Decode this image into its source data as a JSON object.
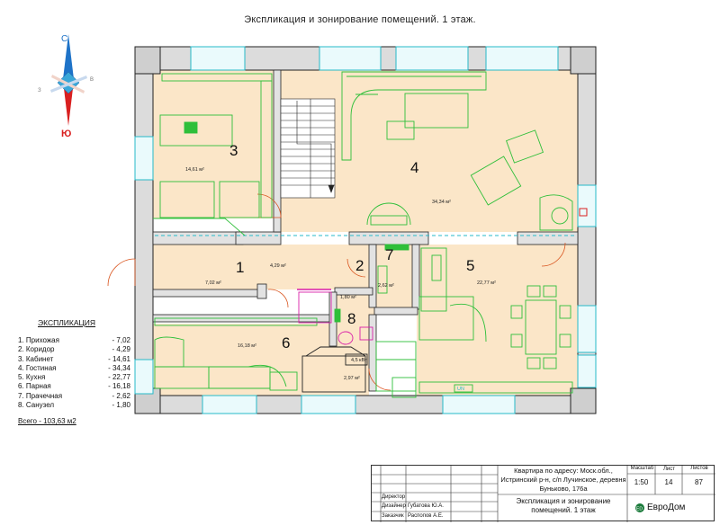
{
  "title": "Экспликация и зонирование помещений. 1 этаж.",
  "compass": {
    "north": "С",
    "south": "Ю",
    "east": "В",
    "west": "З"
  },
  "rooms": [
    {
      "num": "1",
      "area": "7,02 м²"
    },
    {
      "num": "",
      "area": "4,29 м²"
    },
    {
      "num": "2",
      "area": ""
    },
    {
      "num": "3",
      "area": "14,61 м²"
    },
    {
      "num": "4",
      "area": "34,34 м²"
    },
    {
      "num": "5",
      "area": "22,77 м²"
    },
    {
      "num": "6",
      "area": "16,18 м²"
    },
    {
      "num": "7",
      "area": "2,62 м²"
    },
    {
      "num": "8",
      "area": "1,80 м²"
    },
    {
      "num": "",
      "area": "4,5 кВт"
    },
    {
      "num": "",
      "area": "2,97 м²"
    }
  ],
  "legend": {
    "heading": "ЭКСПЛИКАЦИЯ",
    "items": [
      {
        "name": "1. Прихожая",
        "value": "- 7,02"
      },
      {
        "name": "2. Коридор",
        "value": "- 4,29"
      },
      {
        "name": "3. Кабинет",
        "value": "- 14,61"
      },
      {
        "name": "4. Гостиная",
        "value": "- 34,34"
      },
      {
        "name": "5. Кухня",
        "value": "- 22,77"
      },
      {
        "name": "6. Парная",
        "value": "- 16,18"
      },
      {
        "name": "7. Прачечная",
        "value": "- 2,62"
      },
      {
        "name": "8. Санузел",
        "value": "- 1,80"
      }
    ],
    "total": "Всего - 103,63 м2"
  },
  "stamp": {
    "address": "Квартира по адресу: Моск.обл., Истринский р-н, с/п Лучинское, деревня Буньково, 176а",
    "scale_label": "Масштаб",
    "scale": "1:50",
    "sheet_label": "Лист",
    "sheet": "14",
    "sheets_label": "Листов",
    "sheets": "87",
    "director_label": "Директор",
    "designer_label": "Дизайнер",
    "designer_name": "Губатова Ю.А.",
    "client_label": "Заказчик",
    "client_name": "Распопов А.Е.",
    "doc_title": "Экспликация и зонирование помещений. 1 этаж",
    "company": "ЕвроДом",
    "logo_mark": "ED"
  },
  "appliance_label": "UN",
  "colors": {
    "floor": "#fbe6c8",
    "wall": "#d9d9d9",
    "furniture": "#2fbf3a",
    "door": "#d9551f",
    "window": "#27b9c9",
    "compass_red": "#d92020",
    "compass_blue": "#1e73c8"
  }
}
